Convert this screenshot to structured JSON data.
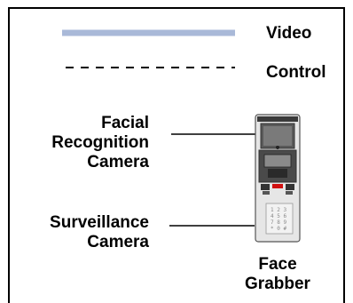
{
  "legend": {
    "video_label": "Video",
    "control_label": "Control",
    "video_color": "#a9b9d8",
    "control_color": "#000000"
  },
  "callouts": {
    "facial_recognition_lines": [
      "Facial",
      "Recognition",
      "Camera"
    ],
    "surveillance_lines": [
      "Surveillance",
      "Camera"
    ]
  },
  "device": {
    "caption_lines": [
      "Face",
      "Grabber"
    ],
    "keypad_glyphs": [
      "1 2 3",
      "4 5 6",
      "7 8 9",
      "* 0 #"
    ]
  },
  "colors": {
    "border": "#000000",
    "device_body": "#e8e8e8",
    "device_dark": "#4a4a4a",
    "accent_red": "#d01010"
  }
}
